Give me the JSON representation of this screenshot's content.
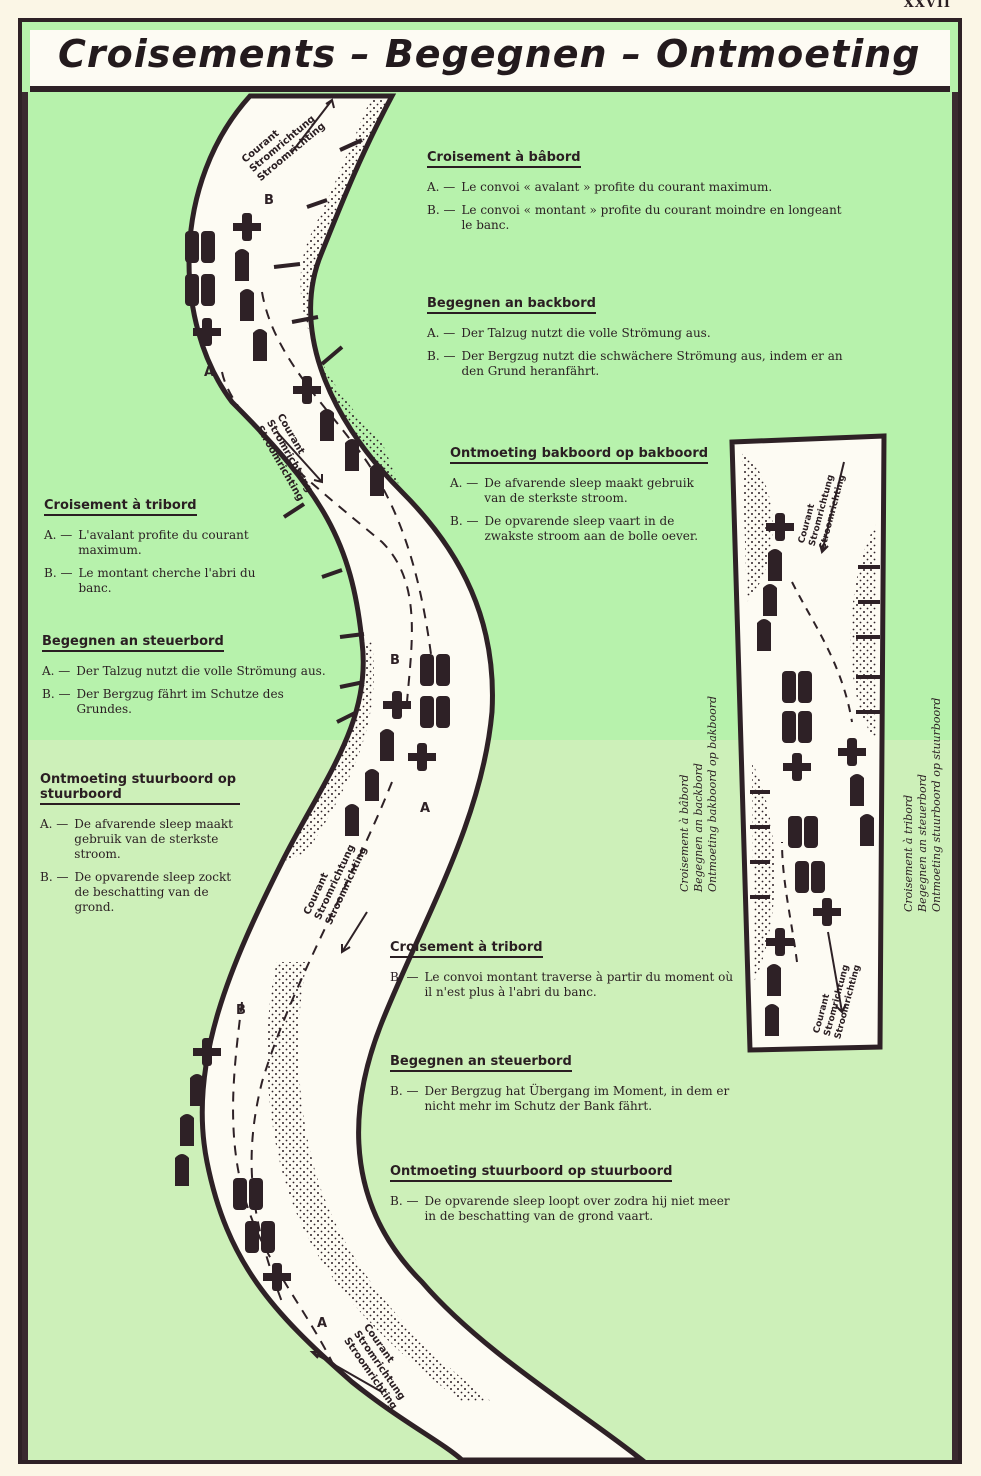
{
  "page_number": "XXVII",
  "title": "Croisements – Begegnen – Ontmoeting",
  "current_labels": [
    "Courant",
    "Stromrichtung",
    "Stroomrichting"
  ],
  "colors": {
    "green": "#b7f2ac",
    "river": "#fdfbf3",
    "ink": "#2e2126"
  },
  "sections": {
    "fr_port": {
      "heading": "Croisement à bâbord",
      "items": [
        {
          "label": "A. —",
          "text": "Le convoi « avalant » profite du courant maximum."
        },
        {
          "label": "B. —",
          "text": "Le convoi « montant » profite du courant moindre en longeant le banc."
        }
      ]
    },
    "de_port": {
      "heading": "Begegnen an backbord",
      "items": [
        {
          "label": "A. —",
          "text": "Der Talzug nutzt die volle Strömung aus."
        },
        {
          "label": "B. —",
          "text": "Der Bergzug nutzt die schwächere Strömung aus, indem er an den Grund heranfährt."
        }
      ]
    },
    "nl_port": {
      "heading": "Ontmoeting bakboord op bakboord",
      "items": [
        {
          "label": "A. —",
          "text": "De afvarende sleep maakt gebruik van de sterkste stroom."
        },
        {
          "label": "B. —",
          "text": "De opvarende sleep vaart in de zwakste stroom aan de bolle oever."
        }
      ]
    },
    "fr_starboard": {
      "heading": "Croisement à tribord",
      "items": [
        {
          "label": "A. —",
          "text": "L'avalant profite du courant maximum."
        },
        {
          "label": "B. —",
          "text": "Le montant cherche l'abri du banc."
        }
      ]
    },
    "de_starboard": {
      "heading": "Begegnen an steuerbord",
      "items": [
        {
          "label": "A. —",
          "text": "Der Talzug nutzt die volle Strömung aus."
        },
        {
          "label": "B. —",
          "text": "Der Bergzug fährt im Schutze des Grundes."
        }
      ]
    },
    "nl_starboard": {
      "heading": "Ontmoeting stuurboord op stuurboord",
      "items": [
        {
          "label": "A. —",
          "text": "De afvarende sleep maakt gebruik van de sterkste stroom."
        },
        {
          "label": "B. —",
          "text": "De opvarende sleep zockt de beschatting van de grond."
        }
      ]
    },
    "fr_starboard_2": {
      "heading": "Croisement à tribord",
      "items": [
        {
          "label": "B. —",
          "text": "Le convoi montant traverse à partir du moment où il n'est plus à l'abri du banc."
        }
      ]
    },
    "de_starboard_2": {
      "heading": "Begegnen an steuerbord",
      "items": [
        {
          "label": "B. —",
          "text": "Der Bergzug hat Übergang im Moment, in dem er nicht mehr im Schutz der Bank fährt."
        }
      ]
    },
    "nl_starboard_2": {
      "heading": "Ontmoeting stuurboord op stuurboord",
      "items": [
        {
          "label": "B. —",
          "text": "De opvarende sleep loopt over zodra hij niet meer in de beschatting van de grond vaart."
        }
      ]
    }
  },
  "vertical_labels": {
    "left": [
      "Croisement à bâbord",
      "Begegnen an backbord",
      "Ontmoeting bakboord op bakboord"
    ],
    "right": [
      "Croisement à tribord",
      "Begegnen an steuerbord",
      "Ontmoeting stuurboord op stuurboord"
    ]
  }
}
